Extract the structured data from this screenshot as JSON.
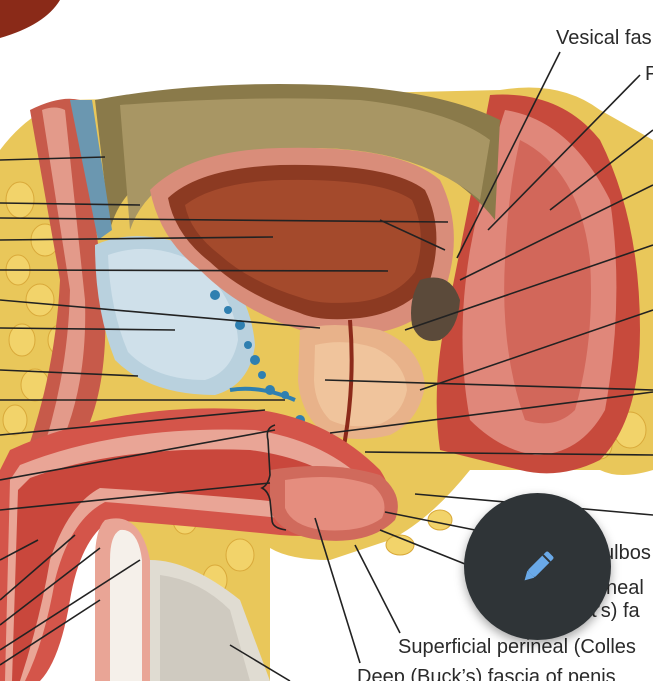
{
  "labels": {
    "vesical_fascia": "Vesical fas",
    "p_partial": "P",
    "bulbos_partial": "ulbos",
    "perineal_partial": "neal",
    "colles_partial": "et’s) fa",
    "superficial_perineal": "Superficial perineal (Colles",
    "deep_fascia": "Deep (Buck’s) fascia of penis"
  },
  "fab": {
    "icon": "pencil-icon",
    "color": "#2f3437",
    "icon_color": "#6aa9e8"
  }
}
